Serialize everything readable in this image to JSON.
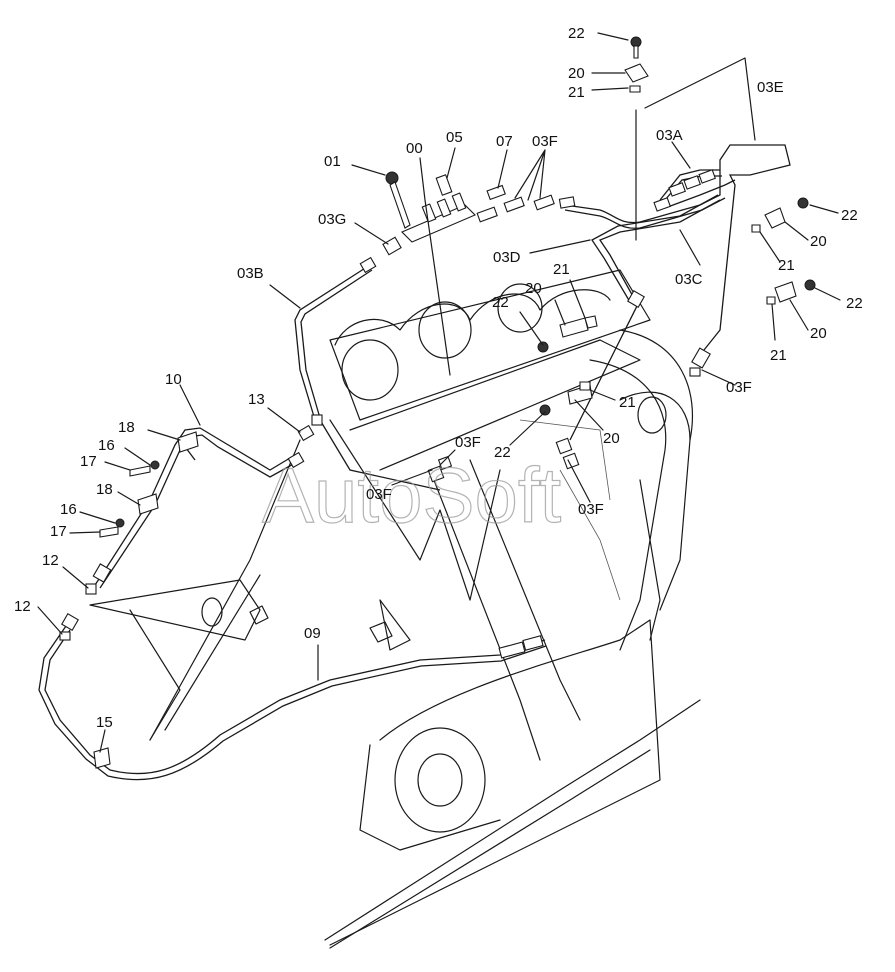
{
  "watermark": "AutoSoft",
  "labels": {
    "l22a": "22",
    "l20a": "20",
    "l21a": "21",
    "l03E": "03E",
    "l01": "01",
    "l00": "00",
    "l05": "05",
    "l07": "07",
    "l03Fa": "03F",
    "l03A": "03A",
    "l03G": "03G",
    "l03D": "03D",
    "l03C": "03C",
    "l22b": "22",
    "l20b": "20",
    "l21b": "21",
    "l22c": "22",
    "l20c": "20",
    "l21c": "21",
    "l03B": "03B",
    "l21d": "21",
    "l20d": "20",
    "l22d": "22",
    "l10": "10",
    "l13": "13",
    "l03Fb": "03F",
    "l21e": "21",
    "l20e": "20",
    "l18a": "18",
    "l16a": "16",
    "l17a": "17",
    "l03Fc": "03F",
    "l22e": "22",
    "l03Fd": "03F",
    "l03Fe": "03F",
    "l18b": "18",
    "l16b": "16",
    "l17b": "17",
    "l12a": "12",
    "l12b": "12",
    "l09": "09",
    "l15": "15"
  }
}
